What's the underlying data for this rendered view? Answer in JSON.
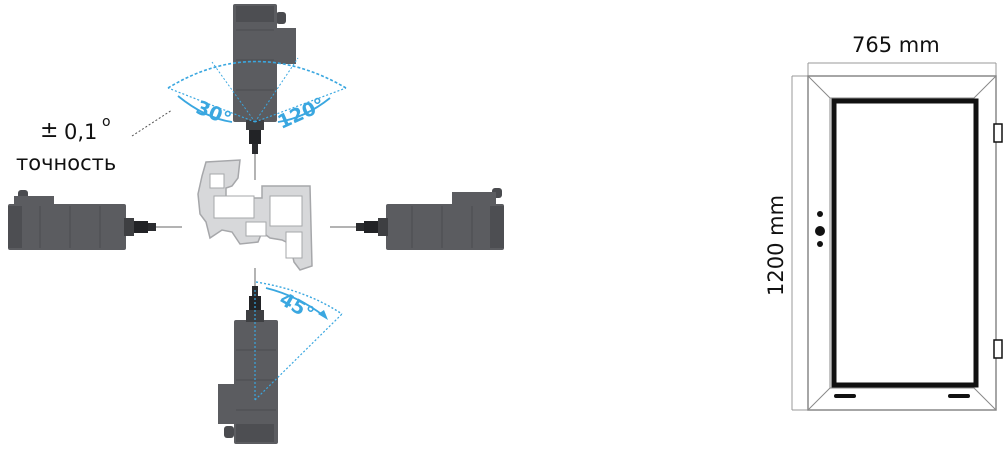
{
  "accuracy": {
    "value": "0,1",
    "degree": "o",
    "plus_minus": "±",
    "label": "точность"
  },
  "angles": {
    "top_left": "30°",
    "top_right": "120°",
    "bottom": "45°"
  },
  "window": {
    "width_label": "765 mm",
    "height_label": "1200 mm"
  },
  "colors": {
    "motor": "#5b5c60",
    "motor_dark": "#3e3f42",
    "accent": "#3aa7e0",
    "profile": "#d7d8da",
    "frame": "#111111"
  }
}
